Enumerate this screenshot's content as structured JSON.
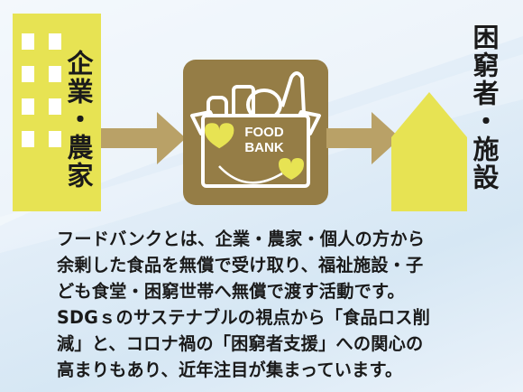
{
  "left_label": "企業・農家",
  "right_label": "困窮者・施設",
  "logo": {
    "line1": "FOOD",
    "line2": "BANK"
  },
  "description": [
    "フードバンクとは、企業・農家・個人の方から",
    "余剰した食品を無償で受け取り、福祉施設・子",
    "ども食堂・困窮世帯へ無償で渡す活動です。",
    "SDGｓのサステナブルの視点から「食品ロス削",
    "減」と、コロナ禍の「困窮者支援」への関心の",
    "高まりもあり、近年注目が集まっています。"
  ],
  "colors": {
    "yellow": "#e7e353",
    "brown": "#957d46",
    "arrow": "#b9a167"
  },
  "icons": [
    "building-icon",
    "food-bank-box-icon",
    "house-icon",
    "arrow-right-icon"
  ]
}
